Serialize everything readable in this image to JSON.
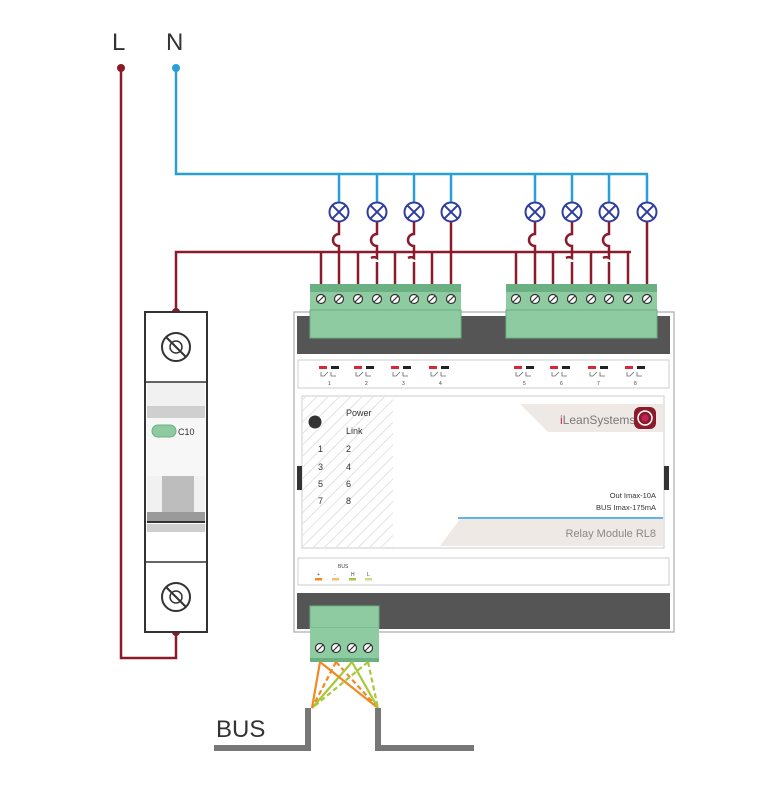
{
  "colors": {
    "line_wire": "#8b1a2b",
    "neutral_wire": "#2a9fd6",
    "lamp": "#2f3e9e",
    "terminal": "#8ecba0",
    "terminal_dark": "#6bb083",
    "module_body": "#f4f4f4",
    "module_dark": "#555555",
    "label_panel": "#efe9e6",
    "bus_orange": "#f08a24",
    "bus_yellowgreen": "#a8c83a",
    "bus_cable": "#777777"
  },
  "mains": {
    "line_label": "L",
    "neutral_label": "N"
  },
  "breaker": {
    "rating": "C10"
  },
  "module": {
    "brand_prefix": "i",
    "brand_name": "LeanSystems",
    "model": "Relay Module RL8",
    "spec_out": "Out Imax-10A",
    "spec_bus": "BUS Imax-175mA",
    "led_power": "Power",
    "led_link": "Link",
    "channels": [
      "1",
      "2",
      "3",
      "4",
      "5",
      "6",
      "7",
      "8"
    ],
    "relay_numbers": [
      "1",
      "2",
      "3",
      "4",
      "5",
      "6",
      "7",
      "8"
    ],
    "bus_header": "BUS",
    "bus_pins": [
      "+",
      "-",
      "H",
      "L"
    ]
  },
  "bus": {
    "label": "BUS"
  },
  "lamp_icon": "lamp-icon",
  "screw_icon": "screw-terminal-icon"
}
